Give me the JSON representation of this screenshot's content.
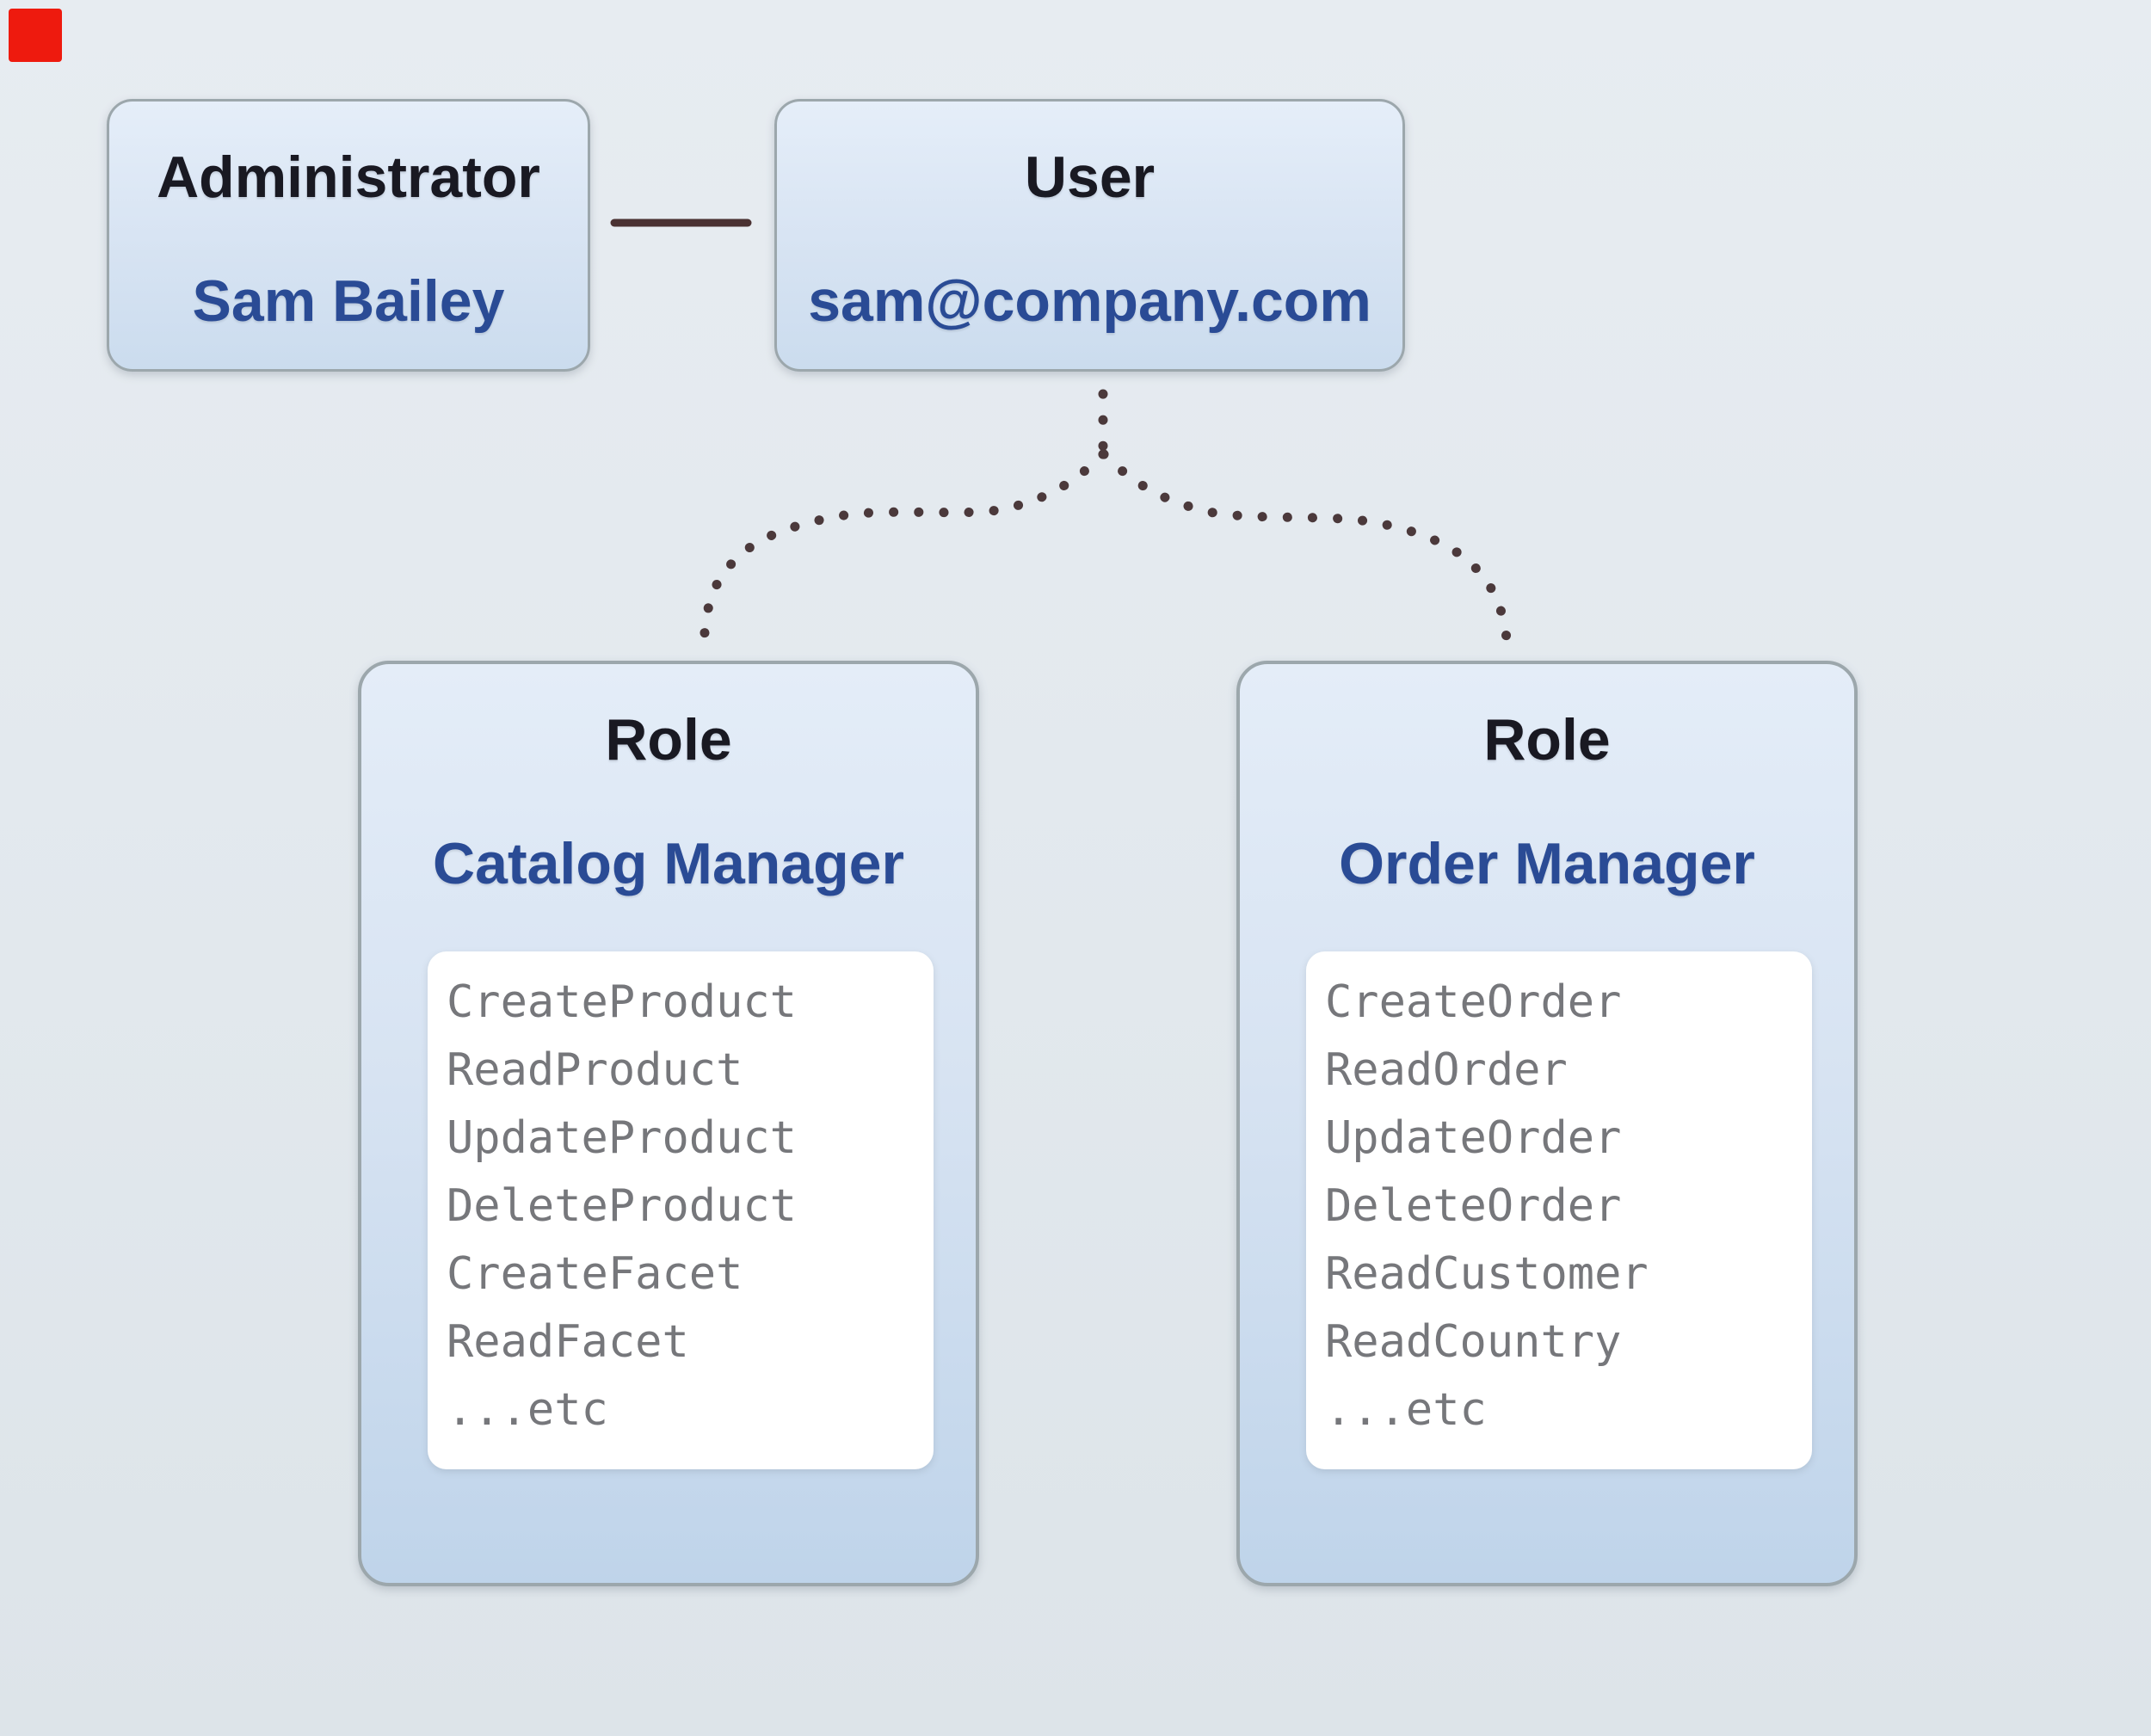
{
  "recording_indicator": {
    "visible": true,
    "color": "#ee1a0e"
  },
  "boxes": {
    "administrator": {
      "title": "Administrator",
      "name": "Sam Bailey"
    },
    "user": {
      "title": "User",
      "name": "sam@company.com"
    }
  },
  "roles": [
    {
      "title": "Role",
      "name": "Catalog Manager",
      "permissions": [
        "CreateProduct",
        "ReadProduct",
        "UpdateProduct",
        "DeleteProduct",
        "CreateFacet",
        "ReadFacet",
        "...etc"
      ]
    },
    {
      "title": "Role",
      "name": "Order Manager",
      "permissions": [
        "CreateOrder",
        "ReadOrder",
        "UpdateOrder",
        "DeleteOrder",
        "ReadCustomer",
        "ReadCountry",
        "...etc"
      ]
    }
  ],
  "connectors": {
    "admin_user_link": {
      "style": "solid",
      "color": "#4a3132"
    },
    "user_role_links": {
      "style": "dotted",
      "color": "#4b393b"
    }
  },
  "colors": {
    "background": "#e3e9ee",
    "box_border": "#9ca7ac",
    "box_fill_top": "#e4edf8",
    "box_fill_bottom": "#bfd4ea",
    "title_text": "#191922",
    "accent_text": "#2a4b95",
    "permission_text": "#76777b",
    "panel": "#ffffff"
  }
}
